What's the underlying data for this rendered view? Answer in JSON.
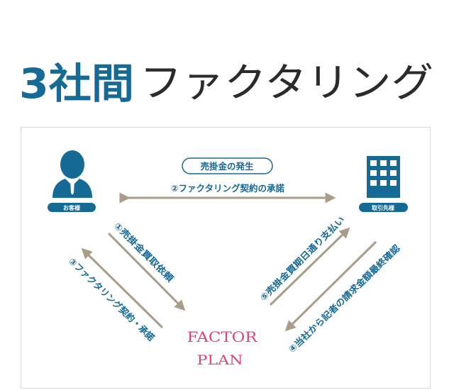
{
  "title": {
    "bold": "3社間",
    "light": "ファクタリング"
  },
  "colors": {
    "primary": "#156a96",
    "arrow": "#a99d89",
    "brand": "#e0437a",
    "title_light": "#2b2b2b"
  },
  "diagram": {
    "customer": {
      "label": "お客様",
      "icon": "person-icon"
    },
    "partner": {
      "label": "取引先様",
      "icon": "building-icon"
    },
    "event_badge": "売掛金の発生",
    "step2": "②ファクタリング契約の承諾",
    "step1": "①売掛金買取依頼",
    "step3": "③ファクタリング契約・承諾",
    "step4": "④当社から記者の請求金額最終確認",
    "step5": "⑤売掛金買期日通り支払い",
    "logo": {
      "line1": "FACTOR",
      "line2": "PLAN"
    }
  }
}
